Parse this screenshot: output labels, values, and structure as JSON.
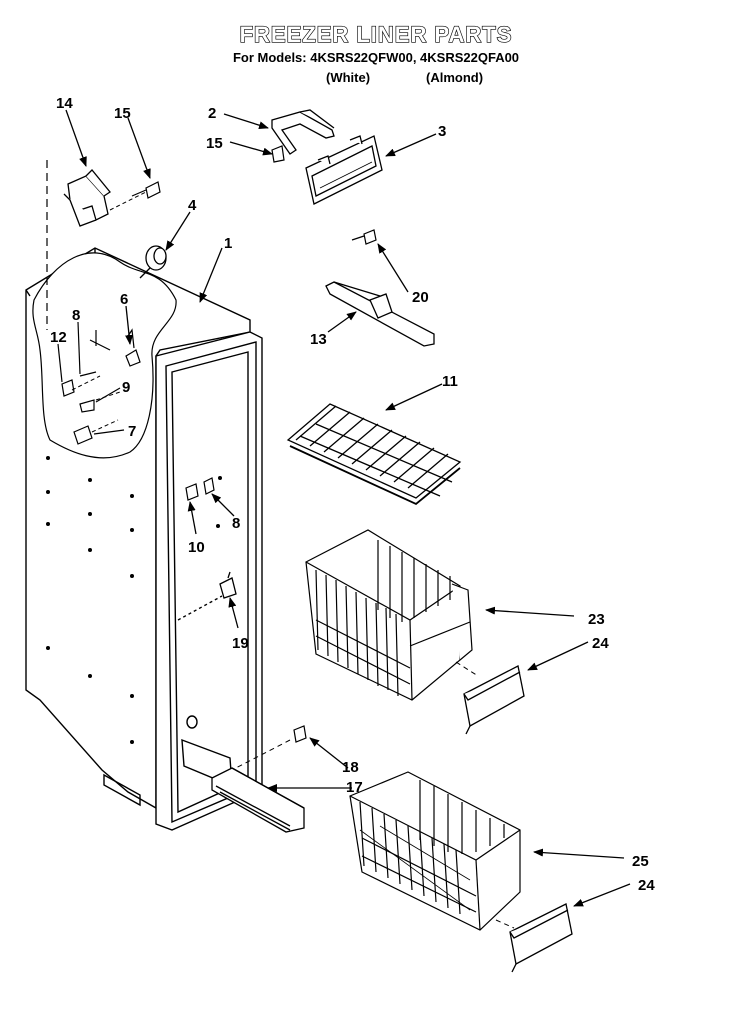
{
  "header": {
    "title": "FREEZER LINER PARTS",
    "models_line": "For Models: 4KSRS22QFW00, 4KSRS22QFA00",
    "variant_white": "(White)",
    "variant_almond": "(Almond)"
  },
  "callouts": [
    {
      "id": "14",
      "label": "14"
    },
    {
      "id": "15a",
      "label": "15"
    },
    {
      "id": "2",
      "label": "2"
    },
    {
      "id": "15b",
      "label": "15"
    },
    {
      "id": "3",
      "label": "3"
    },
    {
      "id": "4",
      "label": "4"
    },
    {
      "id": "1",
      "label": "1"
    },
    {
      "id": "6",
      "label": "6"
    },
    {
      "id": "8a",
      "label": "8"
    },
    {
      "id": "12",
      "label": "12"
    },
    {
      "id": "9",
      "label": "9"
    },
    {
      "id": "7",
      "label": "7"
    },
    {
      "id": "20",
      "label": "20"
    },
    {
      "id": "13",
      "label": "13"
    },
    {
      "id": "11",
      "label": "11"
    },
    {
      "id": "10",
      "label": "10"
    },
    {
      "id": "8b",
      "label": "8"
    },
    {
      "id": "19",
      "label": "19"
    },
    {
      "id": "23",
      "label": "23"
    },
    {
      "id": "24a",
      "label": "24"
    },
    {
      "id": "18",
      "label": "18"
    },
    {
      "id": "17",
      "label": "17"
    },
    {
      "id": "25",
      "label": "25"
    },
    {
      "id": "24b",
      "label": "24"
    }
  ]
}
